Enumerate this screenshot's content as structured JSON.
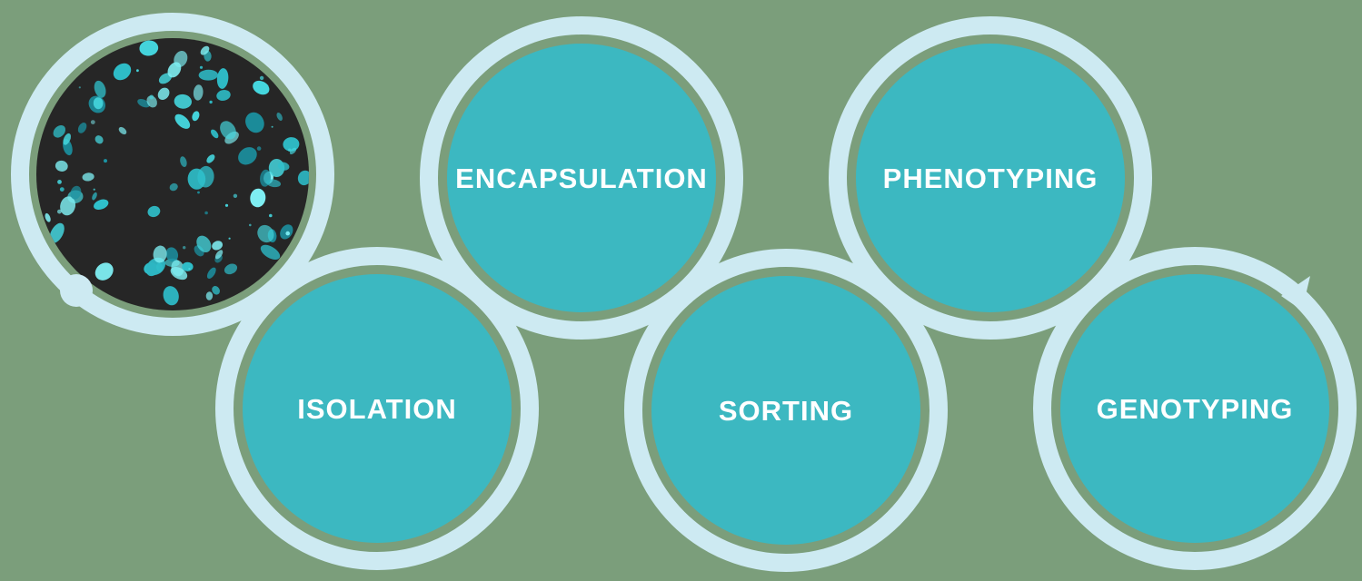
{
  "diagram": {
    "background_color": "#7b9e7b",
    "colors": {
      "ring": "#cdeaf2",
      "step_fill": "#3cb8c1",
      "label": "#ffffff",
      "photo_bg": "#262626"
    },
    "nuclei_palette": [
      "#45d6de",
      "#45d6de",
      "#2db6c2",
      "#2fc0cb",
      "#7eeef2",
      "#1b93a3"
    ],
    "nuclei_seed": 7,
    "nuclei_count": 82,
    "speck_count": 26,
    "steps": [
      {
        "id": "cell-sample",
        "kind": "image",
        "label": ""
      },
      {
        "id": "isolation",
        "label": "ISOLATION"
      },
      {
        "id": "encapsulation",
        "label": "ENCAPSULATION"
      },
      {
        "id": "sorting",
        "label": "SORTING"
      },
      {
        "id": "phenotyping",
        "label": "PHENOTYPING"
      },
      {
        "id": "genotyping",
        "label": "GENOTYPING"
      }
    ]
  }
}
